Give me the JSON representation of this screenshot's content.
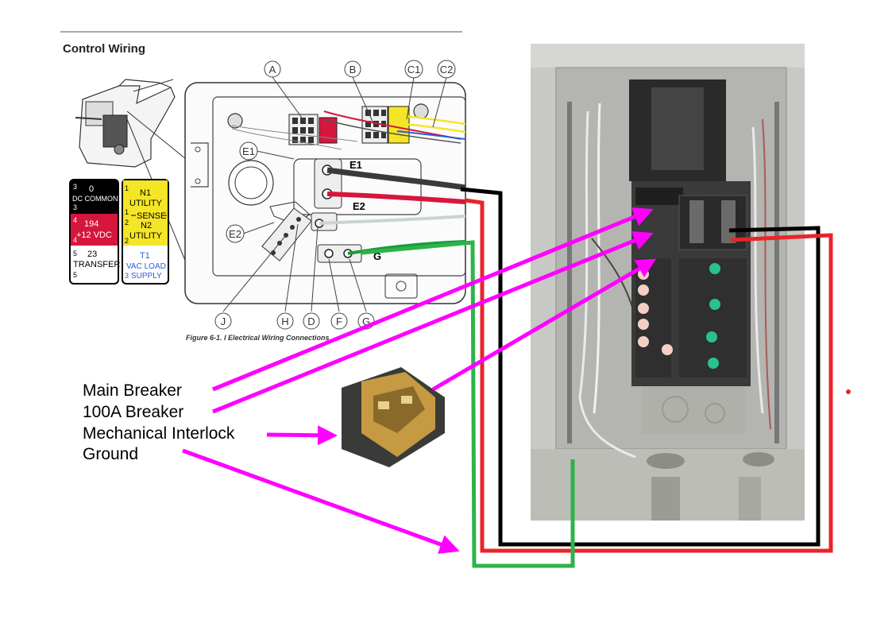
{
  "manual": {
    "section_title": "Control Wiring",
    "figure_caption": "Figure 6-1. I Electrical Wiring Connections",
    "callouts": [
      "A",
      "B",
      "C1",
      "C2",
      "E1",
      "E2",
      "J",
      "H",
      "D",
      "F",
      "G"
    ],
    "terminal_labels": {
      "e1": "E1",
      "e2": "E2",
      "g": "G"
    }
  },
  "legend_black": {
    "rows": [
      {
        "pin_top": "3",
        "pin_bottom": "3",
        "number": "0",
        "name": "DC COMMON",
        "bg": "#000000",
        "fg": "#ffffff"
      },
      {
        "pin_top": "4",
        "pin_bottom": "4",
        "number": "194",
        "name": "+12 VDC",
        "bg": "#d6173d",
        "fg": "#ffffff"
      },
      {
        "pin_top": "5",
        "pin_bottom": "5",
        "number": "23",
        "name": "TRANSFER",
        "bg": "#ffffff",
        "fg": "#000000"
      }
    ]
  },
  "legend_yellow": {
    "line1": "N1",
    "line2": "UTILITY",
    "line3": "SENSE",
    "line4": "N2",
    "line5": "UTILITY",
    "pins_top": [
      "1",
      "1"
    ],
    "pins_bottom": [
      "2",
      "2"
    ],
    "load_label": "T1",
    "load_line1": "VAC LOAD",
    "load_line2": "SUPPLY",
    "load_pin": "3"
  },
  "annotations": {
    "main_breaker": "Main Breaker",
    "breaker_100a": "100A Breaker",
    "interlock": "Mechanical Interlock",
    "ground": "Ground"
  },
  "colors": {
    "arrow": "#ff00ff",
    "wire_black": "#000000",
    "wire_red": "#e8252b",
    "wire_green": "#2db34a",
    "panel_gray": "#b9b9b5"
  }
}
